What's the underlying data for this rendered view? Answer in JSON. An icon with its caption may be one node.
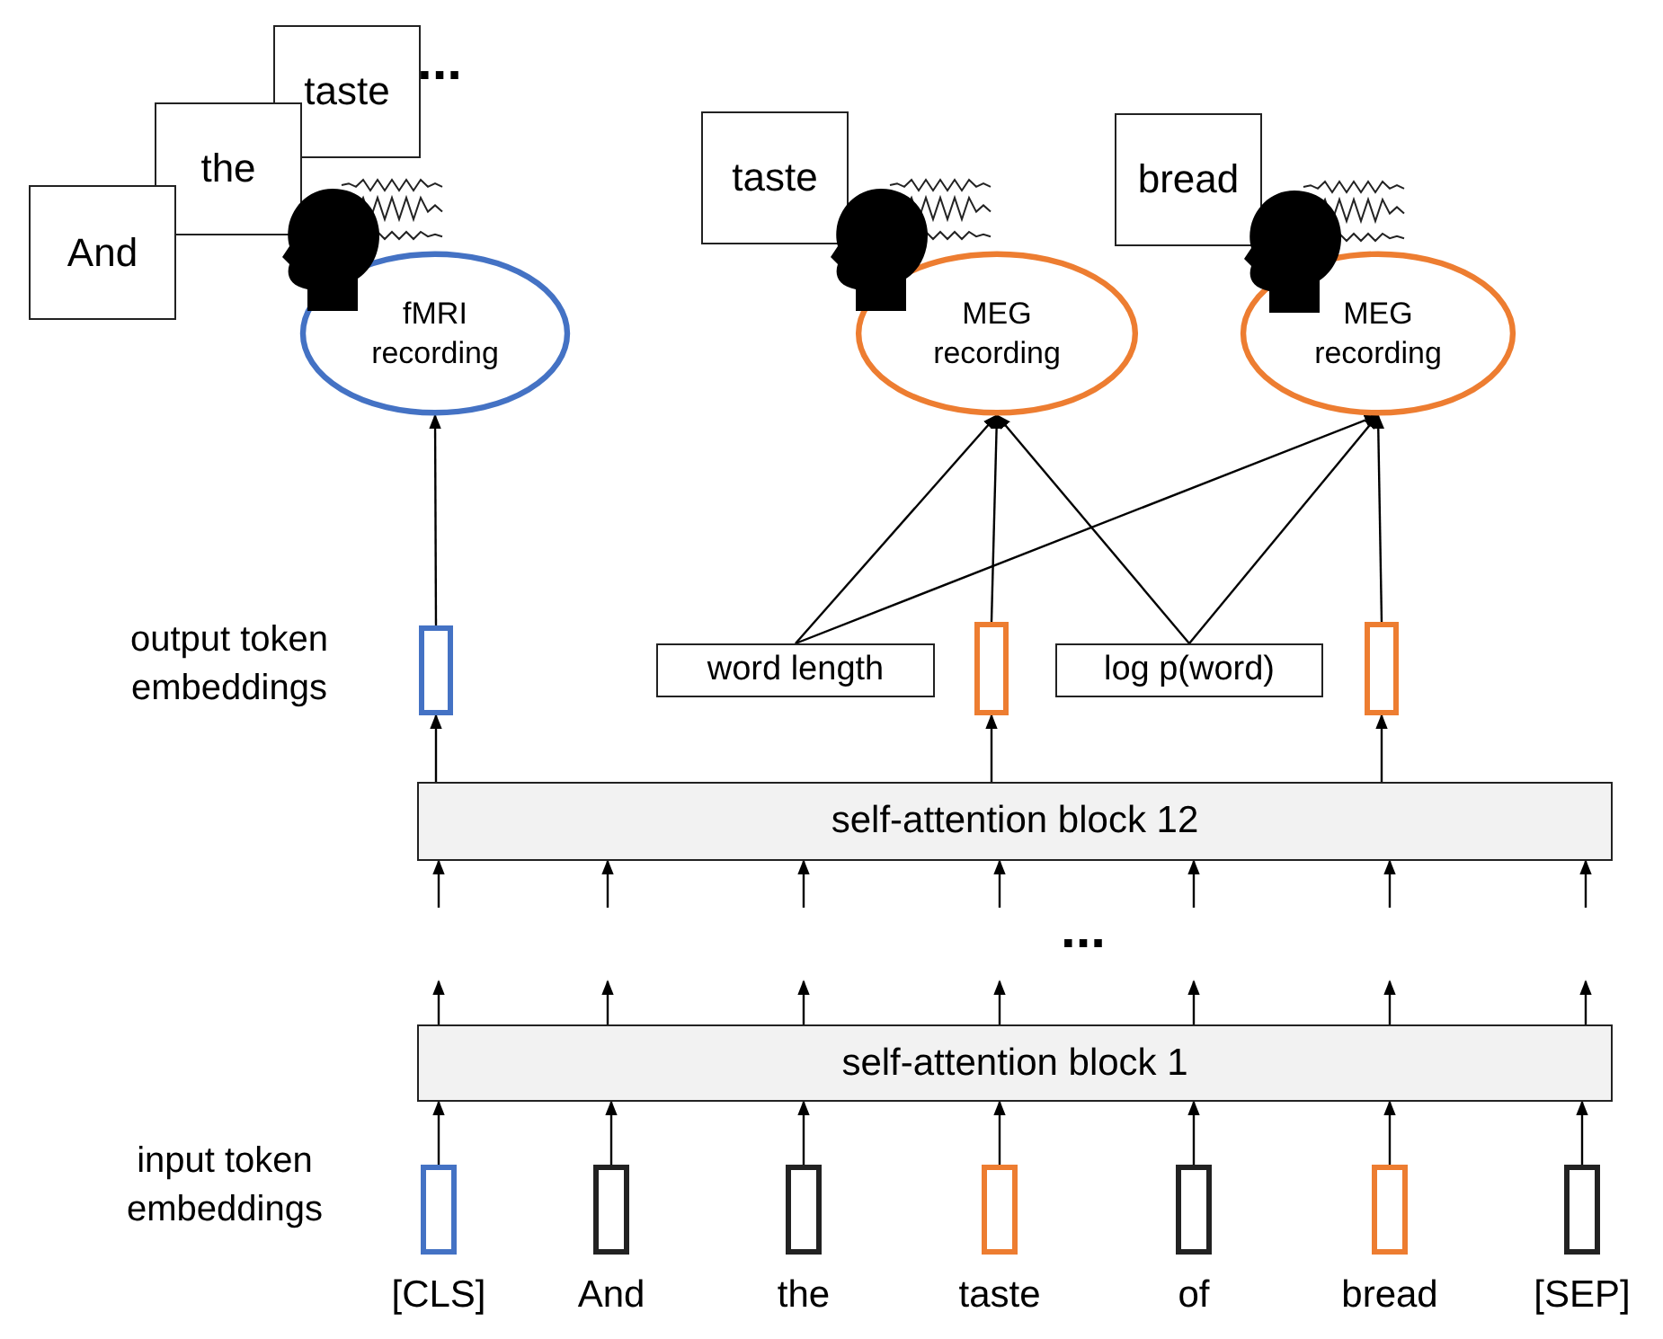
{
  "diagram": {
    "nodes": [
      {
        "text": [
          "And"
        ]
      },
      {
        "text": [
          "the"
        ]
      },
      {
        "text": [
          "taste"
        ]
      },
      {
        "text": [
          "fMRI recording"
        ]
      },
      {
        "text": [
          "taste"
        ]
      },
      {
        "text": [
          "MEG recording"
        ]
      },
      {
        "text": [
          "bread"
        ]
      },
      {
        "text": [
          "MEG recording"
        ]
      },
      {
        "text": [
          "word length"
        ]
      },
      {
        "text": [
          "log p(word)"
        ]
      },
      {
        "text": [],
        "shape": "bar"
      },
      {
        "text": [],
        "shape": "bar"
      },
      {
        "text": [],
        "shape": "bar"
      },
      {
        "text": [
          "self-attention block 12"
        ]
      },
      {
        "text": [
          "self-attention block 1"
        ]
      },
      {
        "text": [],
        "shape": "bar",
        "beside": [
          "[CLS]"
        ]
      },
      {
        "text": [],
        "shape": "bar",
        "beside": [
          "And"
        ]
      },
      {
        "text": [],
        "shape": "bar",
        "beside": [
          "the"
        ]
      },
      {
        "text": [],
        "shape": "bar",
        "beside": [
          "taste"
        ]
      },
      {
        "text": [],
        "shape": "bar",
        "beside": [
          "of"
        ]
      },
      {
        "text": [],
        "shape": "bar",
        "beside": [
          "bread"
        ]
      },
      {
        "text": [],
        "shape": "bar",
        "beside": [
          "[SEP]"
        ]
      }
    ],
    "edges": [
      {
        "from": 10,
        "to": 3,
        "arrow": "to"
      },
      {
        "from": 11,
        "to": 5,
        "arrow": "to"
      },
      {
        "from": 8,
        "to": 5,
        "arrow": "to"
      },
      {
        "from": 9,
        "to": 5,
        "arrow": "to"
      },
      {
        "from": 12,
        "to": 7,
        "arrow": "to"
      },
      {
        "from": 8,
        "to": 7,
        "arrow": "to"
      },
      {
        "from": 9,
        "to": 7,
        "arrow": "to"
      },
      {
        "from": 13,
        "to": 10,
        "arrow": "to"
      },
      {
        "from": 13,
        "to": 11,
        "arrow": "to"
      },
      {
        "from": 13,
        "to": 12,
        "arrow": "to"
      },
      {
        "from": null,
        "to": 13,
        "arrow": "to"
      },
      {
        "from": null,
        "to": 13,
        "arrow": "to"
      },
      {
        "from": null,
        "to": 13,
        "arrow": "to"
      },
      {
        "from": null,
        "to": 13,
        "arrow": "to"
      },
      {
        "from": null,
        "to": 13,
        "arrow": "to"
      },
      {
        "from": null,
        "to": 13,
        "arrow": "to"
      },
      {
        "from": null,
        "to": 13,
        "arrow": "to"
      },
      {
        "from": 14,
        "to": null,
        "arrow": "to"
      },
      {
        "from": 14,
        "to": null,
        "arrow": "to"
      },
      {
        "from": 14,
        "to": null,
        "arrow": "to"
      },
      {
        "from": 14,
        "to": null,
        "arrow": "to"
      },
      {
        "from": 14,
        "to": null,
        "arrow": "to"
      },
      {
        "from": 14,
        "to": null,
        "arrow": "to"
      },
      {
        "from": 14,
        "to": null,
        "arrow": "to"
      },
      {
        "from": 15,
        "to": 14,
        "arrow": "to"
      },
      {
        "from": 16,
        "to": 14,
        "arrow": "to"
      },
      {
        "from": 17,
        "to": 14,
        "arrow": "to"
      },
      {
        "from": 18,
        "to": 14,
        "arrow": "to"
      },
      {
        "from": 19,
        "to": 14,
        "arrow": "to"
      },
      {
        "from": 20,
        "to": 14,
        "arrow": "to"
      },
      {
        "from": 21,
        "to": 14,
        "arrow": "to"
      }
    ],
    "labels": [
      "...",
      "output token embeddings",
      "...",
      "input token embeddings"
    ]
  }
}
